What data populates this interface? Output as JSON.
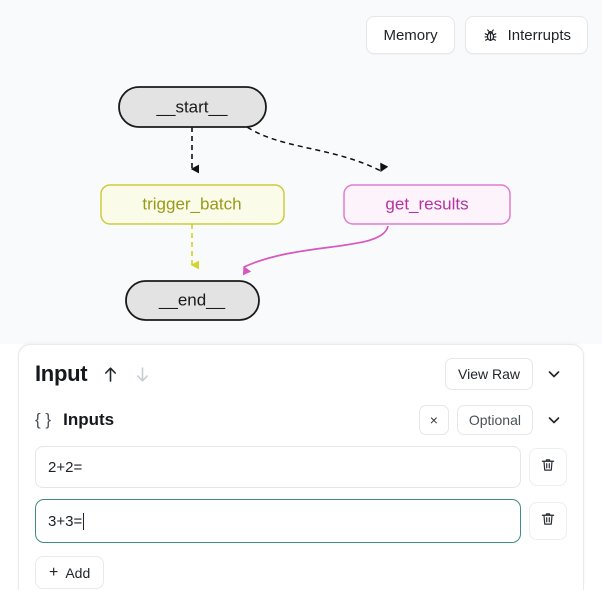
{
  "graph": {
    "toolbar": {
      "memory_label": "Memory",
      "interrupts_label": "Interrupts",
      "bug_icon": "bug-icon"
    },
    "nodes": [
      {
        "id": "start",
        "label": "__start__",
        "kind": "terminal",
        "fill": "#e3e3e3",
        "stroke": "#1a1a1a",
        "text": "#1a1a1a"
      },
      {
        "id": "trigger_batch",
        "label": "trigger_batch",
        "kind": "process",
        "fill": "#fafbe9",
        "stroke": "#cccc3d",
        "text": "#9a9a18"
      },
      {
        "id": "get_results",
        "label": "get_results",
        "kind": "process",
        "fill": "#fdf3fb",
        "stroke": "#e07cd0",
        "text": "#b5339f"
      },
      {
        "id": "end",
        "label": "__end__",
        "kind": "terminal",
        "fill": "#e3e3e3",
        "stroke": "#1a1a1a",
        "text": "#1a1a1a"
      }
    ],
    "edges": [
      {
        "from": "start",
        "to": "trigger_batch",
        "style": "dashed",
        "color": "#111111"
      },
      {
        "from": "start",
        "to": "get_results",
        "style": "dashed",
        "color": "#111111"
      },
      {
        "from": "trigger_batch",
        "to": "end",
        "style": "dashed",
        "color": "#d4d42e"
      },
      {
        "from": "get_results",
        "to": "end",
        "style": "solid",
        "color": "#d657c0"
      }
    ]
  },
  "panel": {
    "title": "Input",
    "nav_up_icon": "arrow-up-icon",
    "nav_down_icon": "arrow-down-icon",
    "view_raw_label": "View Raw",
    "collapse_icon": "chevron-down-icon",
    "section": {
      "brace_icon": "{ }",
      "label": "Inputs",
      "remove_icon": "×",
      "optional_label": "Optional",
      "expand_icon": "chevron-down-icon"
    },
    "fields": [
      {
        "value": "2+2=",
        "focused": false,
        "delete_icon": "trash-icon"
      },
      {
        "value": "3+3=",
        "focused": true,
        "delete_icon": "trash-icon"
      }
    ],
    "add_label": "Add",
    "add_icon": "plus-icon"
  },
  "colors": {
    "canvas_bg": "#f9fafb",
    "focus_border": "#3f8d85",
    "panel_bg": "#ffffff"
  }
}
